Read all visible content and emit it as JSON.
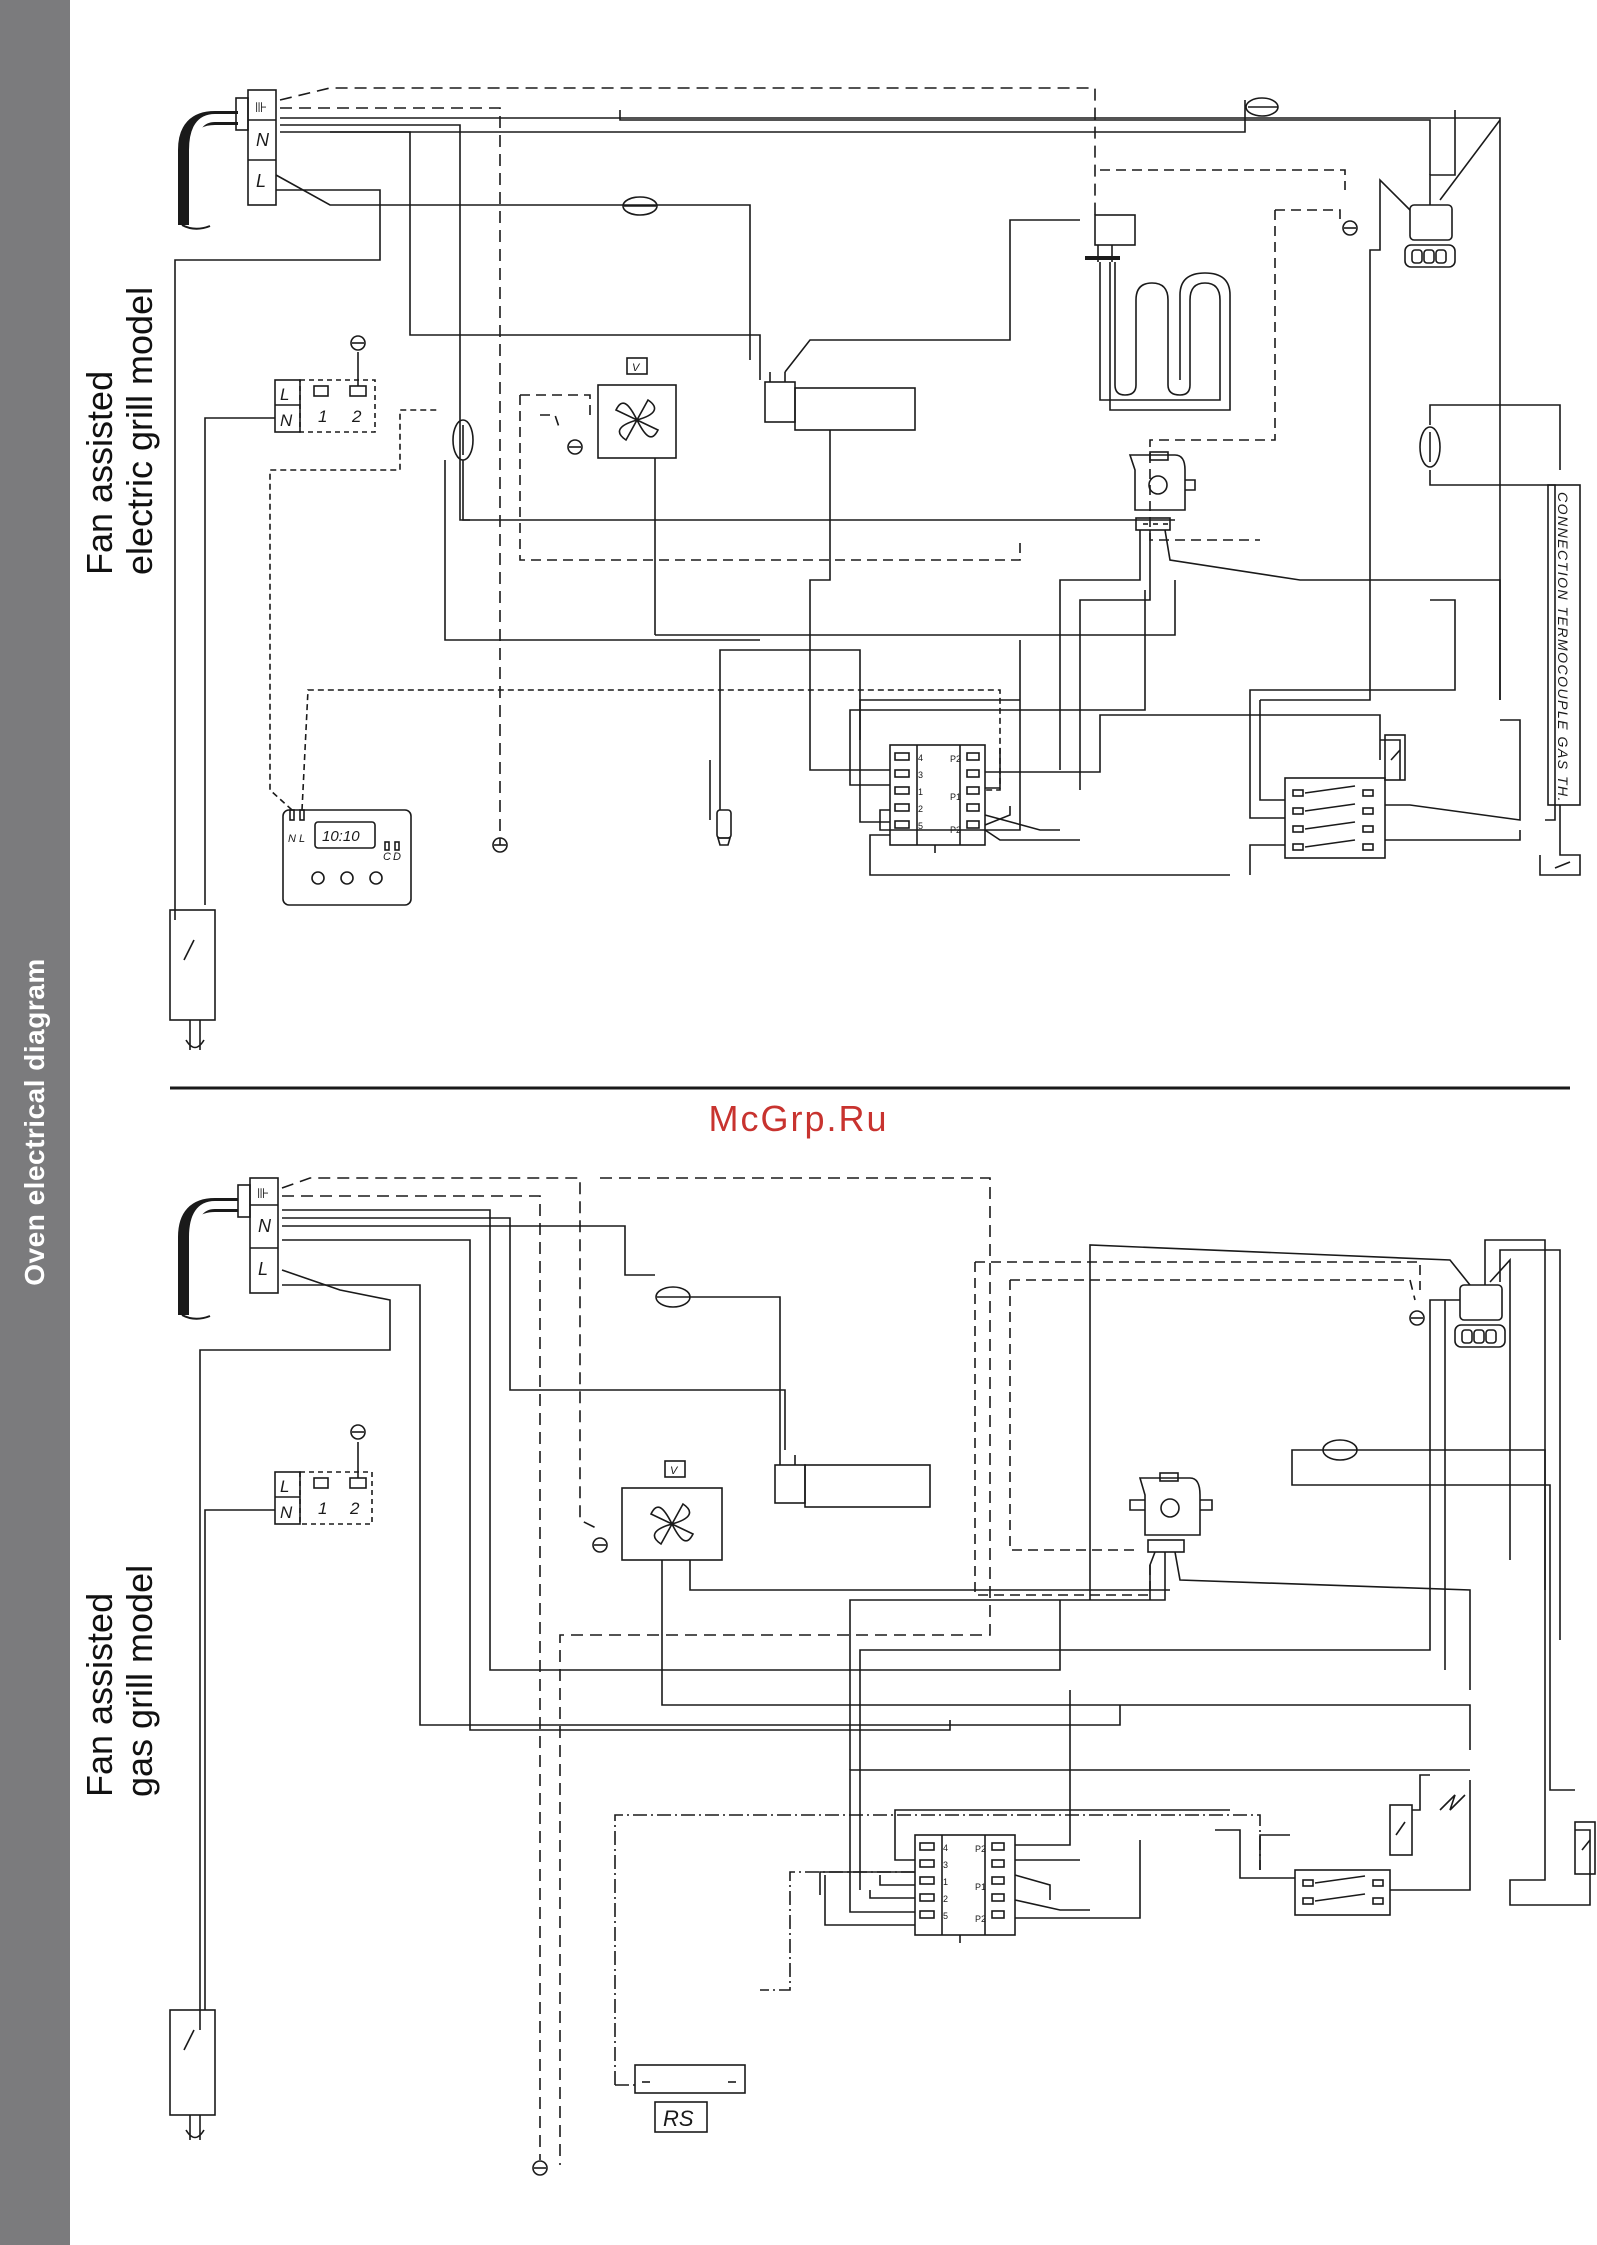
{
  "page": {
    "side_title": "Oven electrical diagram",
    "watermark": "McGrp.Ru"
  },
  "electric_model": {
    "title_line1": "Fan assisted",
    "title_line2": "electric grill model",
    "terminal_earth": "⊪",
    "terminal_n": "N",
    "terminal_l": "L",
    "switch_block_l": "L",
    "switch_block_n": "N",
    "switch_block_1": "1",
    "switch_block_2": "2",
    "fan_label": "V",
    "timer_display": "10:10",
    "timer_n_l": "N L",
    "timer_c": "C",
    "timer_d": "D",
    "thermocouple_label": "CONNECTION TERMOCOUPLE GAS TH.",
    "selector_pins": [
      "4",
      "3",
      "1",
      "2",
      "5"
    ],
    "selector_p2_top": "P2",
    "selector_p1": "P1",
    "selector_p2_bottom": "P2"
  },
  "gas_model": {
    "title_line1": "Fan assisted",
    "title_line2": "gas grill model",
    "terminal_earth": "⊪",
    "terminal_n": "N",
    "terminal_l": "L",
    "switch_block_l": "L",
    "switch_block_n": "N",
    "switch_block_1": "1",
    "switch_block_2": "2",
    "fan_label": "V",
    "rs_label": "RS",
    "selector_pins": [
      "4",
      "3",
      "1",
      "2",
      "5"
    ],
    "selector_p2_top": "P2",
    "selector_p1": "P1",
    "selector_p2_bottom": "P2"
  },
  "colors": {
    "sidebar": "#7b7b7d",
    "watermark": "#c8332f",
    "line": "#1a1a1a"
  }
}
